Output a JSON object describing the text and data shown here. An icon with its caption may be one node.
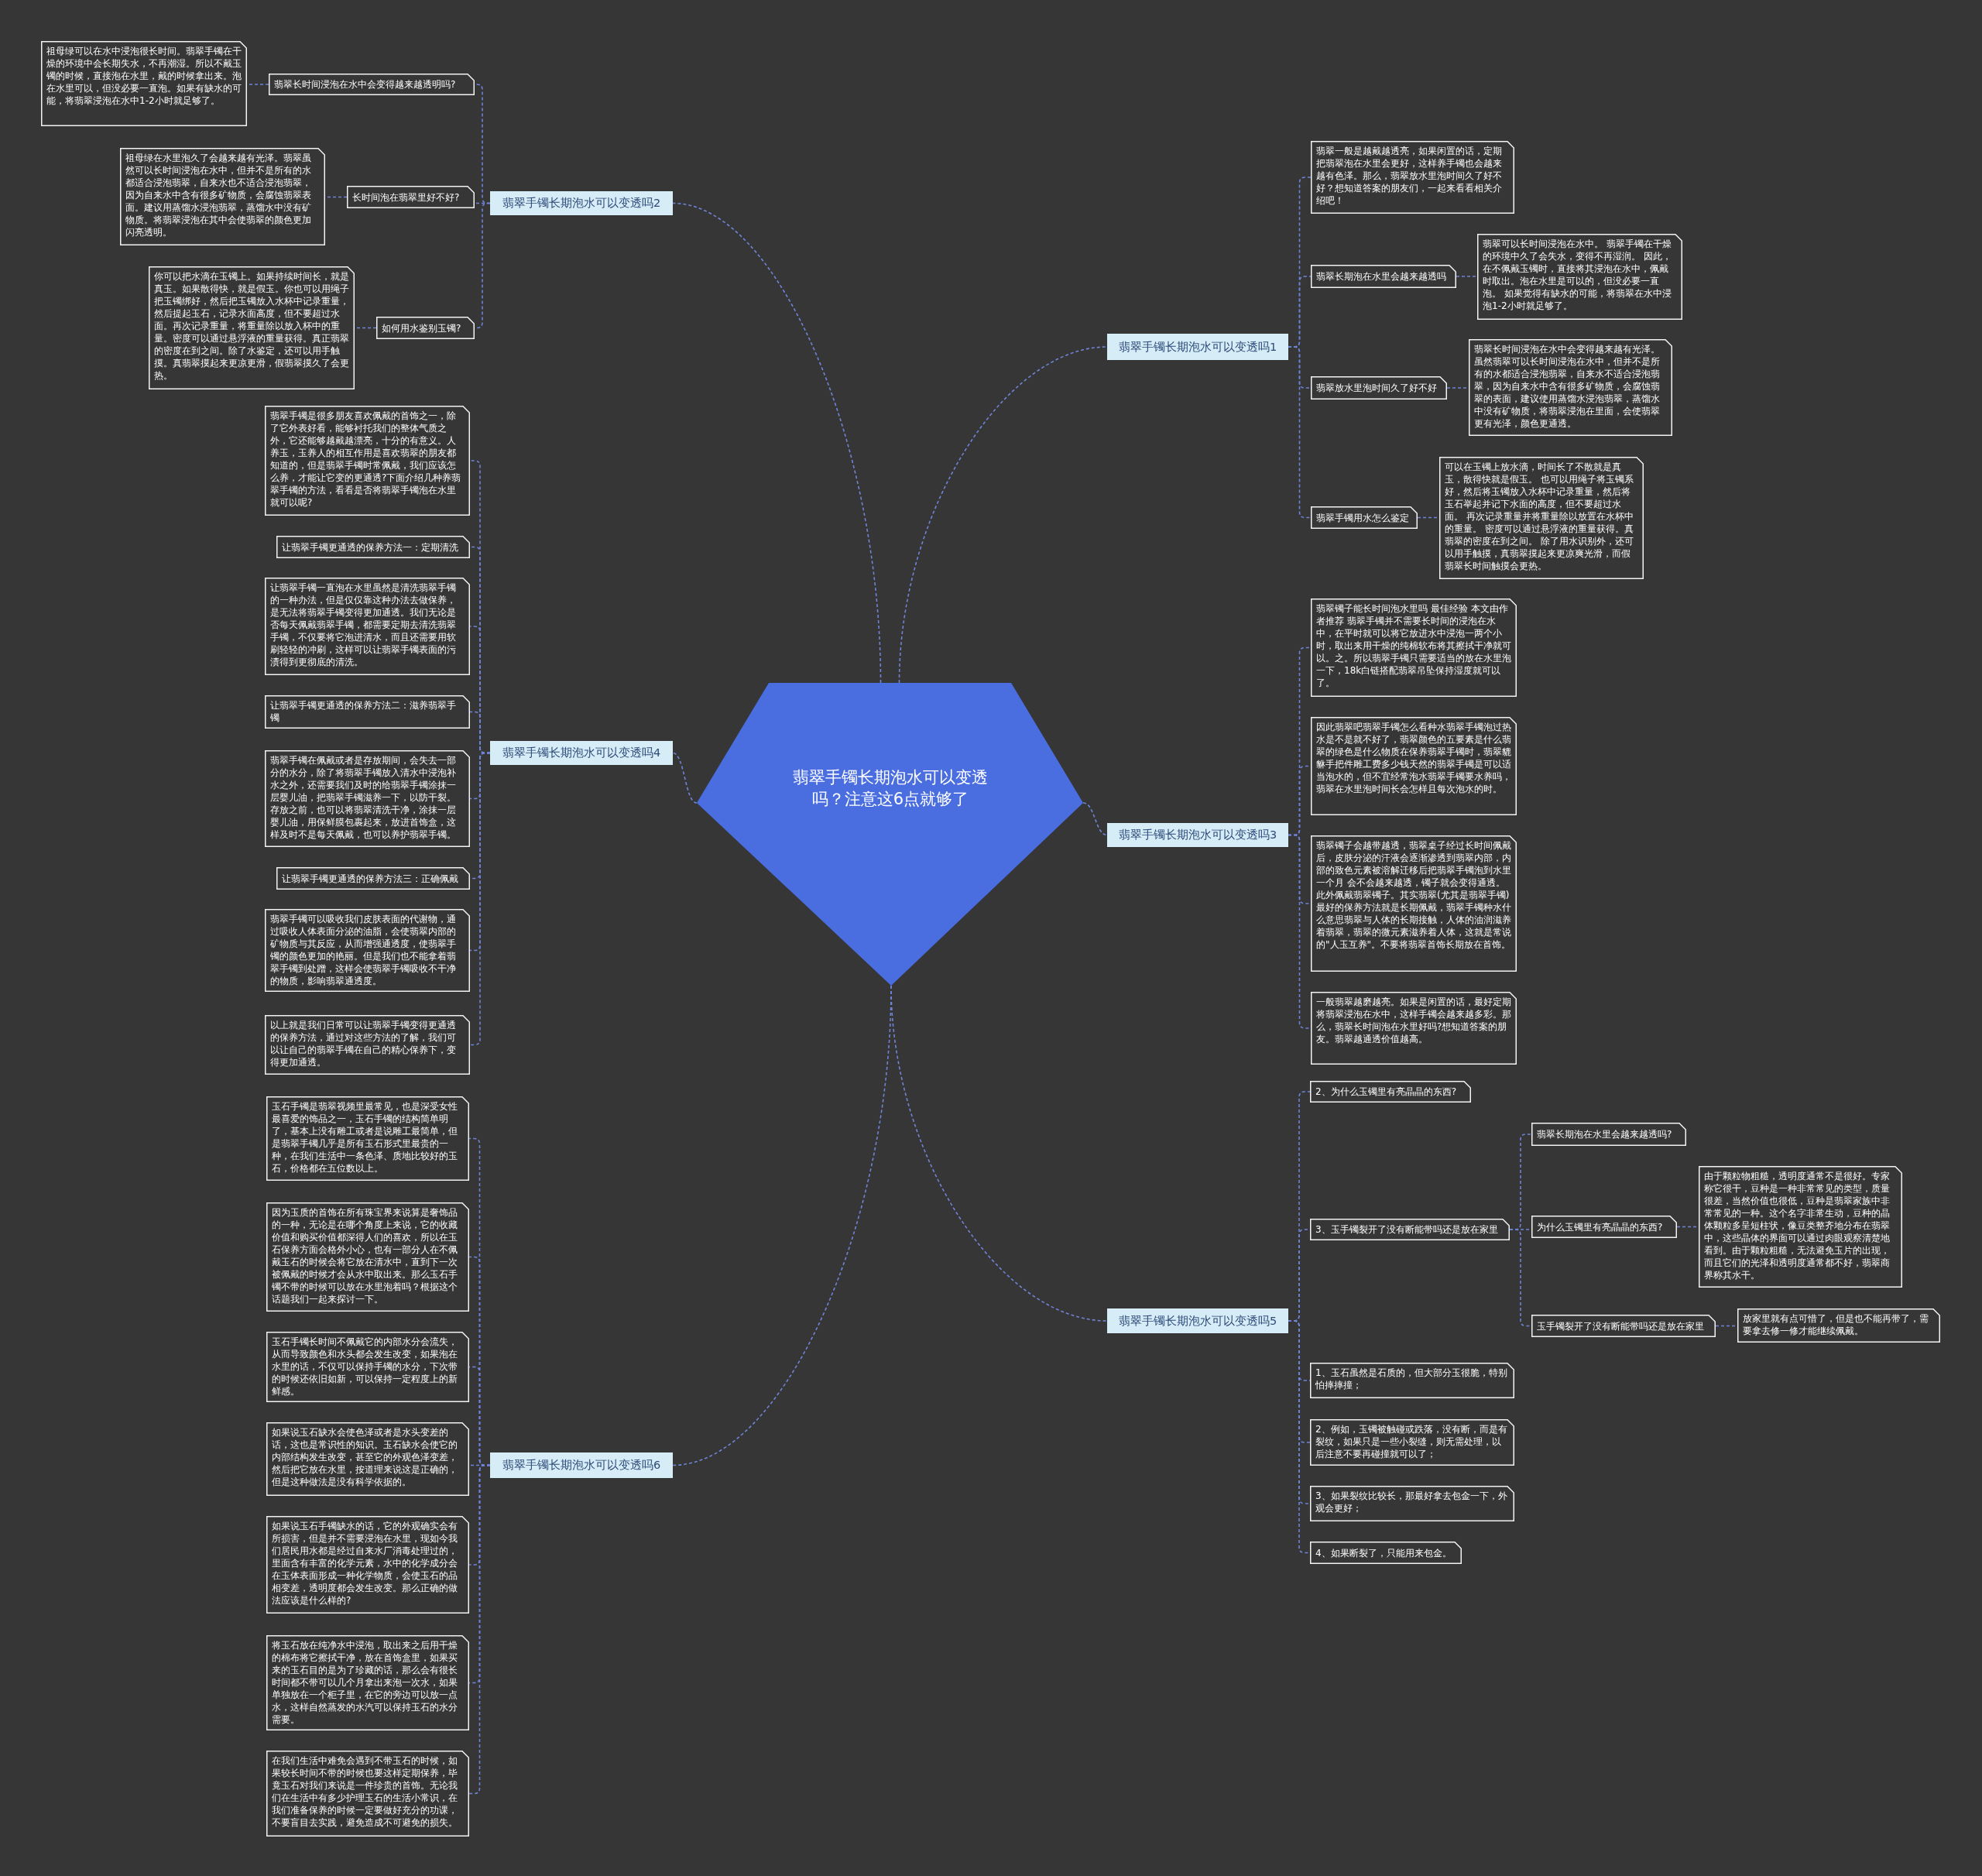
{
  "diagram": {
    "nodes": [
      {
        "text": [
          "翡翠手镯长期泡水可以变透吗？注意这6点就够了"
        ]
      },
      {
        "text": [
          "翡翠手镯长期泡水可以变透吗2"
        ]
      },
      {
        "text": [
          "翡翠长时间浸泡在水中会变得越来越透明吗?"
        ]
      },
      {
        "text": [
          "祖母绿可以在水中浸泡很长时间。翡翠手镯在干燥的环境中会长期失水，不再潮湿。所以不戴玉镯的时候，直接泡在水里，戴的时候拿出来。泡在水里可以，但没必要一直泡。如果有缺水的可能，将翡翠浸泡在水中1-2小时就足够了。"
        ]
      },
      {
        "text": [
          "长时间泡在翡翠里好不好?"
        ]
      },
      {
        "text": [
          "祖母绿在水里泡久了会越来越有光泽。翡翠虽然可以长时间浸泡在水中，但并不是所有的水都适合浸泡翡翠，自来水也不适合浸泡翡翠，因为自来水中含有很多矿物质，会腐蚀翡翠表面。建议用蒸馏水浸泡翡翠，蒸馏水中没有矿物质。将翡翠浸泡在其中会使翡翠的颜色更加闪亮透明。"
        ]
      },
      {
        "text": [
          "如何用水鉴别玉镯?"
        ]
      },
      {
        "text": [
          "你可以把水滴在玉镯上。如果持续时间长，就是真玉。如果散得快，就是假玉。你也可以用绳子把玉镯绑好，然后把玉镯放入水杯中记录重量，然后提起玉石，记录水面高度，但不要超过水面。再次记录重量，将重量除以放入杯中的重量。密度可以通过悬浮液的重量获得。真正翡翠的密度在到之间。除了水鉴定，还可以用手触摸。真翡翠摸起来更凉更滑，假翡翠摸久了会更热。"
        ]
      },
      {
        "text": [
          "翡翠手镯长期泡水可以变透吗1"
        ]
      },
      {
        "text": [
          "翡翠一般是越戴越透亮，如果闲置的话，定期把翡翠泡在水里会更好，这样养手镯也会越来越有色泽。那么，翡翠放水里泡时间久了好不好？想知道答案的朋友们，一起来看看相关介绍吧！"
        ]
      },
      {
        "text": [
          "翡翠长期泡在水里会越来越透吗"
        ]
      },
      {
        "text": [
          "翡翠可以长时间浸泡在水中。 翡翠手镯在干燥的环境中久了会失水，变得不再湿润。 因此，在不佩戴玉镯时，直接将其浸泡在水中，佩戴时取出。泡在水里是可以的，但没必要一直泡。 如果觉得有缺水的可能，将翡翠在水中浸泡1-2小时就足够了。"
        ]
      },
      {
        "text": [
          "翡翠放水里泡时间久了好不好"
        ]
      },
      {
        "text": [
          "翡翠长时间浸泡在水中会变得越来越有光泽。虽然翡翠可以长时间浸泡在水中，但并不是所有的水都适合浸泡翡翠，自来水不适合浸泡翡翠，因为自来水中含有很多矿物质，会腐蚀翡翠的表面，建议使用蒸馏水浸泡翡翠，蒸馏水中没有矿物质，将翡翠浸泡在里面，会使翡翠更有光泽，颜色更通透。"
        ]
      },
      {
        "text": [
          "翡翠手镯用水怎么鉴定"
        ]
      },
      {
        "text": [
          "可以在玉镯上放水滴，时间长了不散就是真玉，散得快就是假玉。 也可以用绳子将玉镯系好，然后将玉镯放入水杯中记录重量，然后将玉石举起并记下水面的高度，但不要超过水面。 再次记录重量并将重量除以放置在水杯中的重量。 密度可以通过悬浮液的重量获得。真翡翠的密度在到之间。 除了用水识别外，还可以用手触摸，真翡翠摸起来更凉爽光滑，而假翡翠长时间触摸会更热。"
        ]
      },
      {
        "text": [
          "翡翠手镯长期泡水可以变透吗4"
        ]
      },
      {
        "text": [
          "翡翠手镯是很多朋友喜欢佩戴的首饰之一，除了它外表好看，能够衬托我们的整体气质之外，它还能够越戴越漂亮，十分的有意义。人养玉，玉养人的相互作用是喜欢翡翠的朋友都知道的，但是翡翠手镯时常佩戴，我们应该怎么养，才能让它变的更通透?下面介绍几种养翡翠手镯的方法，看看是否将翡翠手镯泡在水里就可以呢?"
        ]
      },
      {
        "text": [
          "让翡翠手镯更通透的保养方法一：定期清洗"
        ]
      },
      {
        "text": [
          "让翡翠手镯一直泡在水里虽然是清洗翡翠手镯的一种办法，但是仅仅靠这种办法去做保养，是无法将翡翠手镯变得更加通透。我们无论是否每天佩戴翡翠手镯，都需要定期去清洗翡翠手镯，不仅要将它泡进清水，而且还需要用软刷轻轻的冲刷，这样可以让翡翠手镯表面的污渍得到更彻底的清洗。"
        ]
      },
      {
        "text": [
          "让翡翠手镯更通透的保养方法二：滋养翡翠手镯"
        ]
      },
      {
        "text": [
          "翡翠手镯在佩戴或者是存放期间，会失去一部分的水分，除了将翡翠手镯放入清水中浸泡补水之外，还需要我们及时的给翡翠手镯涂抹一层婴儿油，把翡翠手镯滋养一下，以防干裂。存放之前，也可以将翡翠清洗干净，涂抹一层婴儿油，用保鲜膜包裹起来，放进首饰盒，这样及时不是每天佩戴，也可以养护翡翠手镯。"
        ]
      },
      {
        "text": [
          "让翡翠手镯更通透的保养方法三：正确佩戴"
        ]
      },
      {
        "text": [
          "翡翠手镯可以吸收我们皮肤表面的代谢物，通过吸收人体表面分泌的油脂，会使翡翠内部的矿物质与其反应，从而增强通透度，使翡翠手镯的颜色更加的艳丽。但是我们也不能拿着翡翠手镯到处蹭，这样会使翡翠手镯吸收不干净的物质，影响翡翠通透度。"
        ]
      },
      {
        "text": [
          "以上就是我们日常可以让翡翠手镯变得更通透的保养方法，通过对这些方法的了解，我们可以让自己的翡翠手镯在自己的精心保养下，变得更加通透。"
        ]
      },
      {
        "text": [
          "翡翠手镯长期泡水可以变透吗3"
        ]
      },
      {
        "text": [
          "翡翠镯子能长时间泡水里吗 最佳经验 本文由作者推荐 翡翠手镯并不需要长时间的浸泡在水中，在平时就可以将它放进水中浸泡一两个小时，取出来用干燥的纯棉软布将其擦拭干净就可以。之。所以翡翠手镯只需要适当的放在水里泡一下，18k白链搭配翡翠吊坠保持湿度就可以了。"
        ]
      },
      {
        "text": [
          "因此翡翠吧翡翠手镯怎么看种水翡翠手镯泡过热水是不是就不好了，翡翠颜色的五要素是什么翡翠的绿色是什么物质在保养翡翠手镯时，翡翠貔貅手把件雕工费多少钱天然的翡翠手镯是可以适当泡水的，但不宜经常泡水翡翠手镯要水养吗，翡翠在水里泡时间长会怎样且每次泡水的时。"
        ]
      },
      {
        "text": [
          "翡翠镯子会越带越透，翡翠桌子经过长时间佩戴后，皮肤分泌的汗液会逐渐渗透到翡翠内部，内部的致色元素被溶解迁移后把翡翠手镯泡到水里一个月 会不会越来越透，镯子就会变得通透。此外佩戴翡翠镯子。其实翡翠(尤其是翡翠手镯)最好的保养方法就是长期佩戴，翡翠手镯种水什么意思翡翠与人体的长期接触，人体的油润滋养着翡翠，翡翠的微元素滋养着人体，这就是常说的\"人玉互养\"。不要将翡翠首饰长期放在首饰。"
        ]
      },
      {
        "text": [
          "一般翡翠越磨越亮。如果是闲置的话，最好定期将翡翠浸泡在水中，这样手镯会越来越多彩。那么，翡翠长时间泡在水里好吗?想知道答案的朋友。翡翠越通透价值越高。"
        ]
      },
      {
        "text": [
          "翡翠手镯长期泡水可以变透吗5"
        ]
      },
      {
        "text": [
          "2、为什么玉镯里有亮晶晶的东西?"
        ]
      },
      {
        "text": [
          "3、玉手镯裂开了没有断能带吗还是放在家里"
        ]
      },
      {
        "text": [
          "翡翠长期泡在水里会越来越透吗?"
        ]
      },
      {
        "text": [
          "为什么玉镯里有亮晶晶的东西?"
        ]
      },
      {
        "text": [
          "由于颗粒物粗糙，透明度通常不是很好。专家称它很干，豆种是一种非常常见的类型，质量很差，当然价值也很低，豆种是翡翠家族中非常常见的一种。这个名字非常生动，豆种的晶体颗粒多呈短柱状，像豆类整齐地分布在翡翠中，这些晶体的界面可以通过肉眼观察清楚地看到。由于颗粒粗糙，无法避免玉片的出现，而且它们的光泽和透明度通常都不好，翡翠商界称其水干。"
        ]
      },
      {
        "text": [
          "玉手镯裂开了没有断能带吗还是放在家里"
        ]
      },
      {
        "text": [
          "放家里就有点可惜了，但是也不能再带了，需要拿去修一修才能继续佩戴。"
        ]
      },
      {
        "text": [
          "1、玉石虽然是石质的，但大部分玉很脆，特别怕摔摔撞；"
        ]
      },
      {
        "text": [
          "2、例如，玉镯被触碰或跌落，没有断，而是有裂纹，如果只是一些小裂缝，则无需处理，以后注意不要再碰撞就可以了；"
        ]
      },
      {
        "text": [
          "3、如果裂纹比较长，那最好拿去包金一下，外观会更好；"
        ]
      },
      {
        "text": [
          "4、如果断裂了，只能用来包金。"
        ]
      },
      {
        "text": [
          "翡翠手镯长期泡水可以变透吗6"
        ]
      },
      {
        "text": [
          "玉石手镯是翡翠视频里最常见，也是深受女性最喜爱的饰品之一，玉石手镯的结构简单明了，基本上没有雕工或者是说雕工最简单，但是翡翠手镯几乎是所有玉石形式里最贵的一种，在我们生活中一条色泽、质地比较好的玉石，价格都在五位数以上。"
        ]
      },
      {
        "text": [
          "因为玉质的首饰在所有珠宝界来说算是奢饰品的一种，无论是在哪个角度上来说，它的收藏价值和购买价值都深得人们的喜欢，所以在玉石保养方面会格外小心，也有一部分人在不佩戴玉石的时候会将它放在清水中，直到下一次被佩戴的时候才会从水中取出来。那么玉石手镯不带的时候可以放在水里泡着吗？根据这个话题我们一起来探讨一下。"
        ]
      },
      {
        "text": [
          "玉石手镯长时间不佩戴它的内部水分会流失，从而导致颜色和水头都会发生改变，如果泡在水里的话，不仅可以保持手镯的水分，下次带的时候还依旧如新，可以保持一定程度上的新鲜感。"
        ]
      },
      {
        "text": [
          "如果说玉石缺水会使色泽或者是水头变差的话，这也是常识性的知识。玉石缺水会使它的内部结构发生改变，甚至它的外观色泽变差，然后把它放在水里，按道理来说这是正确的，但是这种做法是没有科学依据的。"
        ]
      },
      {
        "text": [
          "如果说玉石手镯缺水的话，它的外观确实会有所损害，但是并不需要浸泡在水里，现如今我们居民用水都是经过自来水厂消毒处理过的，里面含有丰富的化学元素，水中的化学成分会在玉体表面形成一种化学物质，会使玉石的品相变差，透明度都会发生改变。那么正确的做法应该是什么样的?"
        ]
      },
      {
        "text": [
          "将玉石放在纯净水中浸泡，取出来之后用干燥的棉布将它擦拭干净，放在首饰盒里，如果买来的玉石目的是为了珍藏的话，那么会有很长时间都不带可以几个月拿出来泡一次水，如果单独放在一个柜子里，在它的旁边可以放一点水，这样自然蒸发的水汽可以保持玉石的水分需要。"
        ]
      },
      {
        "text": [
          "在我们生活中难免会遇到不带玉石的时候，如果较长时间不带的时候也要这样定期保养，毕竟玉石对我们来说是一件珍贵的首饰。无论我们在生活中有多少护理玉石的生活小常识，在我们准备保养的时候一定要做好充分的功课，不要盲目去实践，避免造成不可避免的损失。"
        ]
      }
    ],
    "edges": [
      {
        "from": 0,
        "to": 1,
        "arrow": "none"
      },
      {
        "from": 1,
        "to": 2,
        "arrow": "none"
      },
      {
        "from": 2,
        "to": 3,
        "arrow": "none"
      },
      {
        "from": 1,
        "to": 4,
        "arrow": "none"
      },
      {
        "from": 4,
        "to": 5,
        "arrow": "none"
      },
      {
        "from": 1,
        "to": 6,
        "arrow": "none"
      },
      {
        "from": 6,
        "to": 7,
        "arrow": "none"
      },
      {
        "from": 0,
        "to": 8,
        "arrow": "none"
      },
      {
        "from": 8,
        "to": 9,
        "arrow": "none"
      },
      {
        "from": 8,
        "to": 10,
        "arrow": "none"
      },
      {
        "from": 10,
        "to": 11,
        "arrow": "none"
      },
      {
        "from": 8,
        "to": 12,
        "arrow": "none"
      },
      {
        "from": 12,
        "to": 13,
        "arrow": "none"
      },
      {
        "from": 8,
        "to": 14,
        "arrow": "none"
      },
      {
        "from": 14,
        "to": 15,
        "arrow": "none"
      },
      {
        "from": 0,
        "to": 16,
        "arrow": "none"
      },
      {
        "from": 16,
        "to": 17,
        "arrow": "none"
      },
      {
        "from": 16,
        "to": 18,
        "arrow": "none"
      },
      {
        "from": 16,
        "to": 19,
        "arrow": "none"
      },
      {
        "from": 16,
        "to": 20,
        "arrow": "none"
      },
      {
        "from": 16,
        "to": 21,
        "arrow": "none"
      },
      {
        "from": 16,
        "to": 22,
        "arrow": "none"
      },
      {
        "from": 16,
        "to": 23,
        "arrow": "none"
      },
      {
        "from": 16,
        "to": 24,
        "arrow": "none"
      },
      {
        "from": 0,
        "to": 25,
        "arrow": "none"
      },
      {
        "from": 25,
        "to": 26,
        "arrow": "none"
      },
      {
        "from": 25,
        "to": 27,
        "arrow": "none"
      },
      {
        "from": 25,
        "to": 28,
        "arrow": "none"
      },
      {
        "from": 25,
        "to": 29,
        "arrow": "none"
      },
      {
        "from": 0,
        "to": 30,
        "arrow": "none"
      },
      {
        "from": 30,
        "to": 31,
        "arrow": "none"
      },
      {
        "from": 30,
        "to": 32,
        "arrow": "none"
      },
      {
        "from": 32,
        "to": 33,
        "arrow": "none"
      },
      {
        "from": 32,
        "to": 34,
        "arrow": "none"
      },
      {
        "from": 34,
        "to": 35,
        "arrow": "none"
      },
      {
        "from": 32,
        "to": 36,
        "arrow": "none"
      },
      {
        "from": 36,
        "to": 37,
        "arrow": "none"
      },
      {
        "from": 30,
        "to": 38,
        "arrow": "none"
      },
      {
        "from": 30,
        "to": 39,
        "arrow": "none"
      },
      {
        "from": 30,
        "to": 40,
        "arrow": "none"
      },
      {
        "from": 30,
        "to": 41,
        "arrow": "none"
      },
      {
        "from": 0,
        "to": 42,
        "arrow": "none"
      },
      {
        "from": 42,
        "to": 43,
        "arrow": "none"
      },
      {
        "from": 42,
        "to": 44,
        "arrow": "none"
      },
      {
        "from": 42,
        "to": 45,
        "arrow": "none"
      },
      {
        "from": 42,
        "to": 46,
        "arrow": "none"
      },
      {
        "from": 42,
        "to": 47,
        "arrow": "none"
      },
      {
        "from": 42,
        "to": 48,
        "arrow": "none"
      },
      {
        "from": 42,
        "to": 49,
        "arrow": "none"
      }
    ]
  }
}
